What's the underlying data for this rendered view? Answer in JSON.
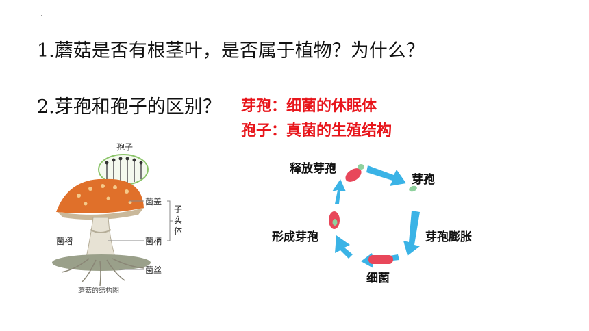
{
  "questions": {
    "q1": "1.蘑菇是否有根茎叶，是否属于植物？为什么？",
    "q2": "2.芽孢和孢子的区别？"
  },
  "answers": {
    "a1": "芽孢：细菌的休眠体",
    "a2": "孢子：真菌的生殖结构"
  },
  "mushroom": {
    "spore": "孢子",
    "cap": "菌盖",
    "gills": "菌褶",
    "stalk": "菌柄",
    "hyphae": "菌丝",
    "fruiting_body": "子实体",
    "caption": "蘑菇的结构图"
  },
  "cycle": {
    "release": "释放芽孢",
    "spore": "芽孢",
    "swell": "芽孢膨胀",
    "bacteria": "细菌",
    "form": "形成芽孢"
  },
  "colors": {
    "answer": "#e8151b",
    "arrow": "#3ab3e6",
    "bacteria": "#e8475a",
    "spore": "#8fd19e",
    "cap": "#e0702a"
  }
}
